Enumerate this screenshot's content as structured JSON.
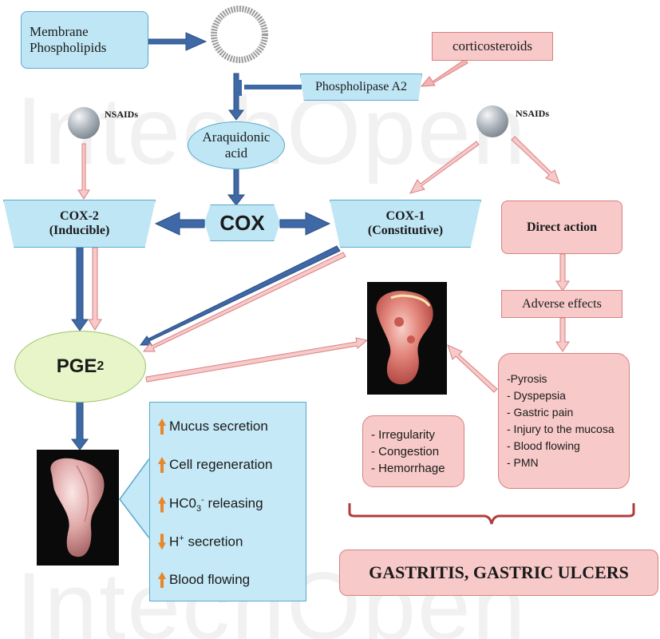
{
  "watermark": "IntechOpen",
  "nodes": {
    "membrane": "Membrane Phospholipids",
    "corticosteroids": "corticosteroids",
    "phospholipase": "Phospholipase A2",
    "araquidonic": "Araquidonic acid",
    "nsaids_left": "NSAIDs",
    "nsaids_right": "NSAIDs",
    "cox": "COX",
    "cox2_line1": "COX-2",
    "cox2_line2": "(Inducible)",
    "cox1_line1": "COX-1",
    "cox1_line2": "(Constitutive)",
    "direct_action": "Direct action",
    "adverse_effects": "Adverse effects",
    "pge2_main": "PGE",
    "pge2_sub": "2",
    "gastritis": "GASTRITIS, GASTRIC ULCERS"
  },
  "symptoms": [
    "-Pyrosis",
    "- Dyspepsia",
    "- Gastric pain",
    "- Injury to the mucosa",
    "- Blood flowing",
    "- PMN"
  ],
  "lesions": [
    "- Irregularity",
    "- Congestion",
    "- Hemorrhage"
  ],
  "protective_effects": [
    {
      "direction": "up",
      "label": "Mucus secretion"
    },
    {
      "direction": "up",
      "label": "Cell regeneration"
    },
    {
      "direction": "up",
      "label_pre": "HC0",
      "label_sub": "3",
      "label_sup": "-",
      "label_post": " releasing"
    },
    {
      "direction": "down",
      "label_pre": "H",
      "label_sup": "+",
      "label_post": " secretion"
    },
    {
      "direction": "up",
      "label": "Blood flowing"
    }
  ],
  "colors": {
    "blue_fill": "#bfe6f5",
    "blue_arrow": "#3e68a6",
    "pink_fill": "#f7c9c9",
    "pink_arrow": "#e59a9a",
    "pge2_fill": "#e7f5c9",
    "arrow_orange": "#e8862a"
  }
}
